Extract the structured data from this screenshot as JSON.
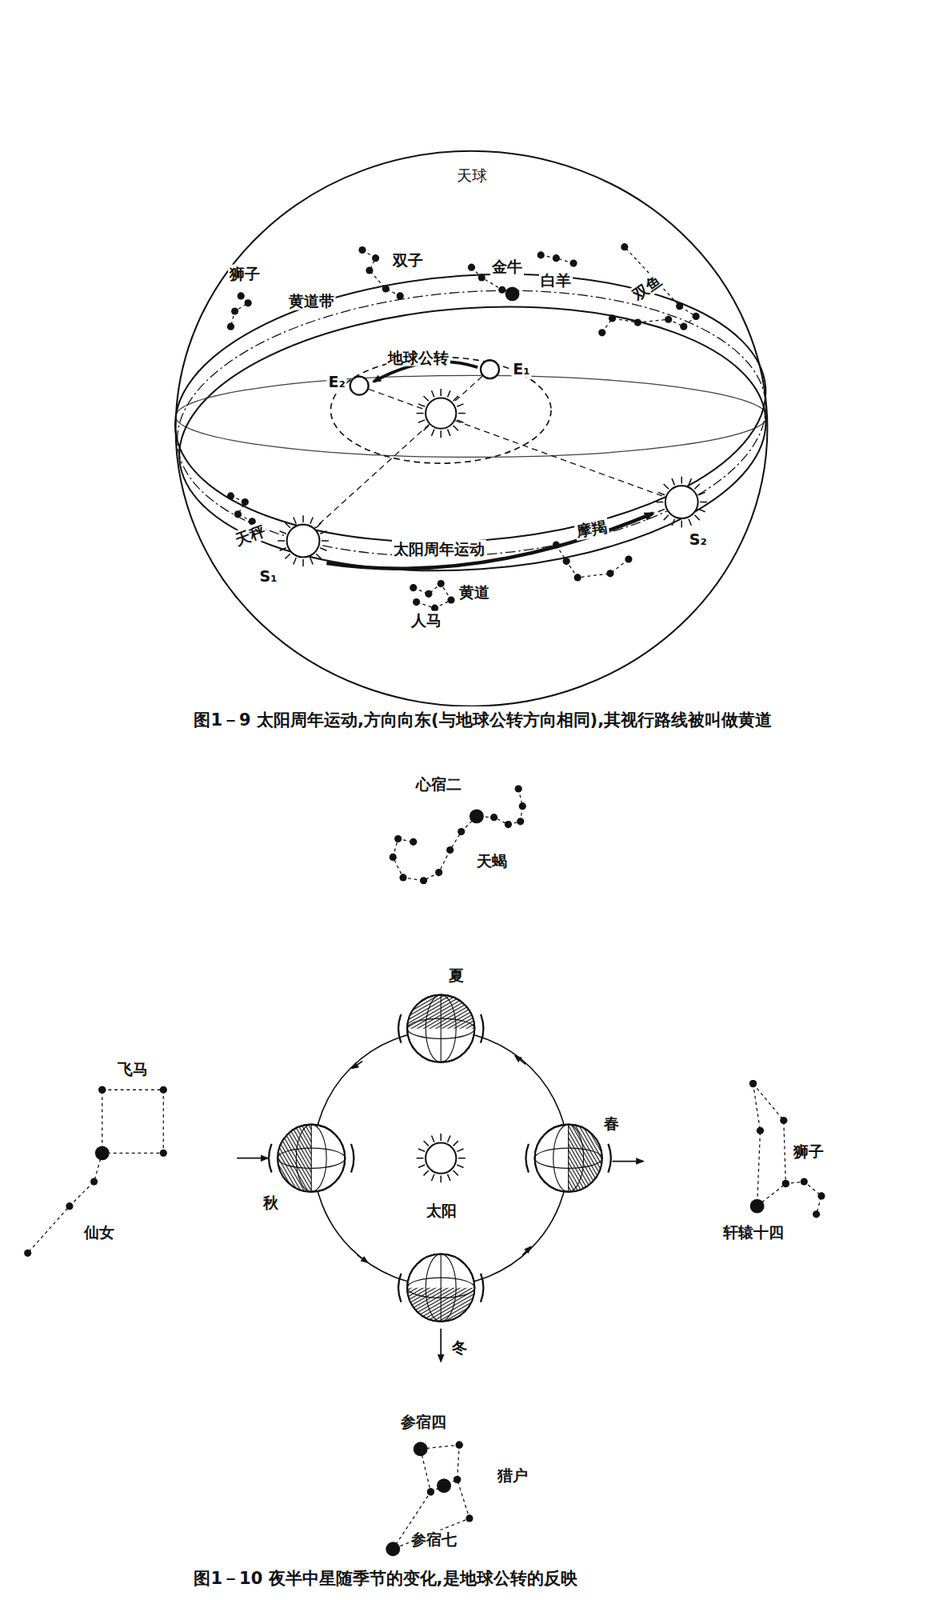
{
  "diagram": {
    "labels": [
      "天球",
      "狮子",
      "黄道带",
      "双子",
      "金牛",
      "白羊",
      "双鱼",
      "地球公转",
      "E₂",
      "E₁",
      "天秤",
      "太阳周年运动",
      "摩羯",
      "S₁",
      "S₂",
      "黄道",
      "人马",
      "图1－9  太阳周年运动,方向向东(与地球公转方向相同),其视行路线被叫做黄道",
      "心宿二",
      "天蝎",
      "夏",
      "春",
      "秋",
      "太阳",
      "冬",
      "飞马",
      "仙女",
      "狮子",
      "轩辕十四",
      "参宿四",
      "猎户",
      "参宿七",
      "图1－10  夜半中星随季节的变化,是地球公转的反映"
    ]
  }
}
